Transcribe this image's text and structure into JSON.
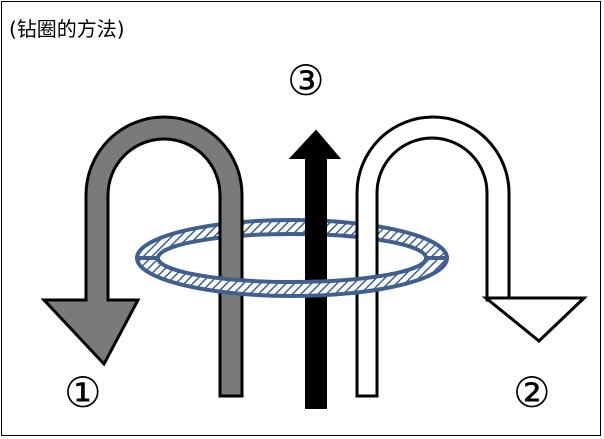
{
  "caption": "(钻圈的方法)",
  "markers": {
    "m1": "①",
    "m2": "②",
    "m3": "③"
  },
  "colors": {
    "left_arrow": "#7a7a7a",
    "right_arrow": "#ffffff",
    "center_arrow": "#000000",
    "ring_stroke": "#3f5f8f",
    "ring_hatch": "#3f5f8f"
  }
}
